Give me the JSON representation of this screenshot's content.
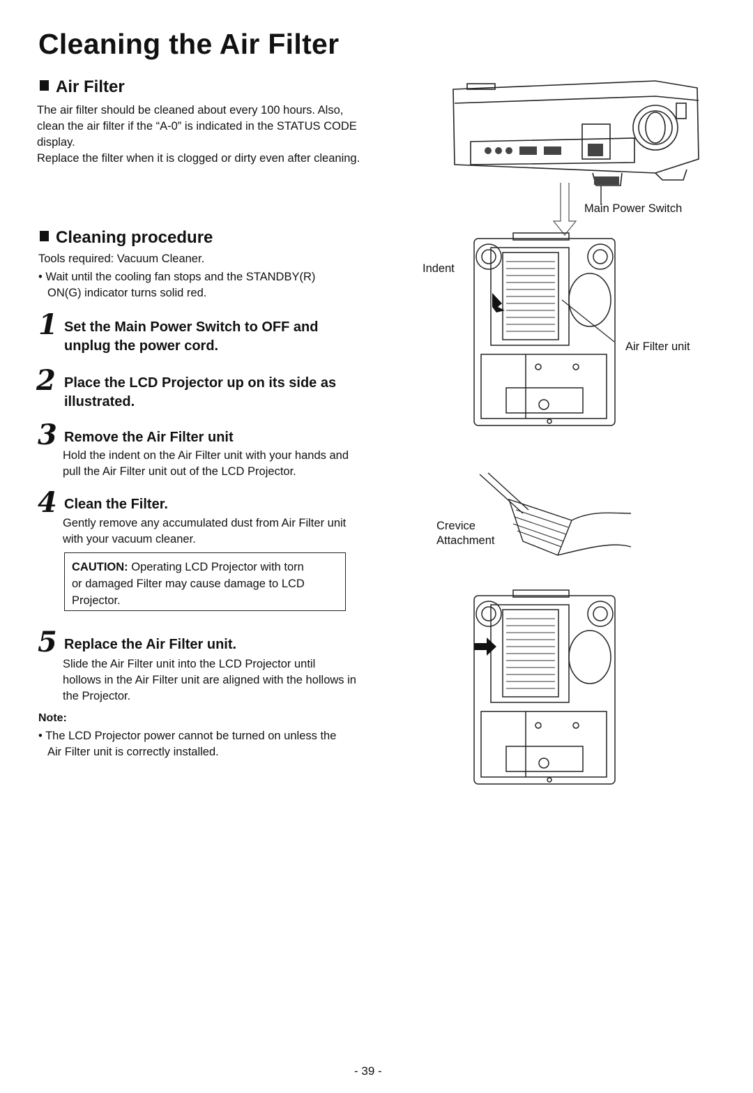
{
  "title": "Cleaning the Air Filter",
  "air_filter": {
    "heading": "Air Filter",
    "lines": [
      "The air filter should be cleaned about every 100 hours. Also,",
      "clean the air filter if the “A-0” is indicated in the STATUS CODE",
      "display.",
      "Replace the filter when it is clogged or dirty even after cleaning."
    ]
  },
  "procedure": {
    "heading": "Cleaning procedure",
    "tools": "Tools required: Vacuum Cleaner.",
    "bullet_lines": [
      "• Wait until the cooling fan stops and the STANDBY(R)",
      "ON(G) indicator turns solid red."
    ]
  },
  "steps": [
    {
      "num": "1",
      "heading_lines": [
        "Set the Main Power Switch to OFF and",
        "unplug the power cord."
      ],
      "body_lines": []
    },
    {
      "num": "2",
      "heading_lines": [
        "Place the LCD Projector up on its side as",
        "illustrated."
      ],
      "body_lines": []
    },
    {
      "num": "3",
      "heading_lines": [
        "Remove the Air Filter unit"
      ],
      "body_lines": [
        "Hold the indent on the Air Filter unit with your hands and",
        "pull the Air Filter unit out of the LCD Projector."
      ]
    },
    {
      "num": "4",
      "heading_lines": [
        "Clean the Filter."
      ],
      "body_lines": [
        "Gently remove any accumulated dust from Air Filter unit",
        "with your vacuum cleaner."
      ]
    },
    {
      "num": "5",
      "heading_lines": [
        "Replace the Air Filter unit."
      ],
      "body_lines": [
        "Slide the Air Filter unit into the LCD Projector until",
        "hollows in the Air Filter unit are aligned with the hollows in",
        "the Projector."
      ]
    }
  ],
  "caution": {
    "label": "CAUTION:",
    "line1_rest": " Operating LCD Projector with torn",
    "line2": "or damaged Filter may cause damage to LCD",
    "line3": "Projector."
  },
  "note": {
    "label": "Note:",
    "lines": [
      "• The LCD Projector power cannot be turned on unless the",
      "Air Filter unit is correctly installed."
    ]
  },
  "figure_labels": {
    "main_power_switch": "Main Power Switch",
    "indent": "Indent",
    "air_filter_unit": "Air Filter unit",
    "crevice": "Crevice",
    "attachment": "Attachment"
  },
  "page_number": "- 39 -"
}
